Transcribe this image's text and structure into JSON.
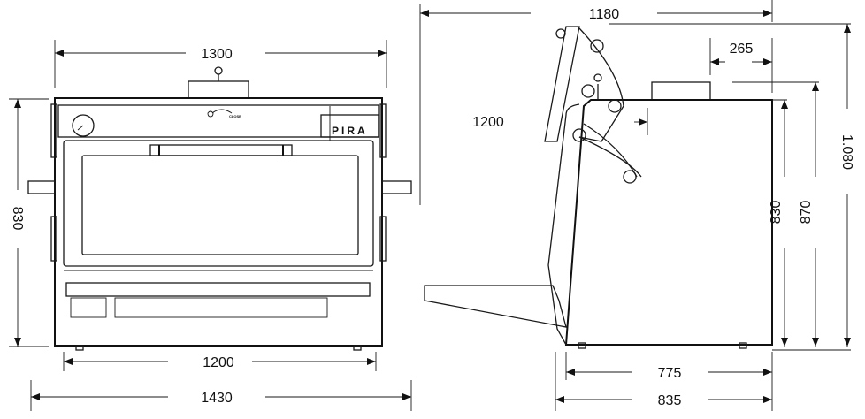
{
  "front_view": {
    "panel_label": "CLOSE",
    "logo_text": "PIRA",
    "dimensions": {
      "width_top": "1300",
      "height_left": "830",
      "inner_width": "1200",
      "overall_width": "1430"
    }
  },
  "side_view": {
    "dimensions": {
      "depth_open": "1180",
      "lid_clearance": "1200",
      "chimney_offset": "265",
      "body_height": "830",
      "chimney_height": "870",
      "total_height": "1.080",
      "body_depth": "775",
      "overall_depth": "835"
    }
  },
  "colors": {
    "line": "#1a1a1a",
    "background": "#ffffff"
  }
}
